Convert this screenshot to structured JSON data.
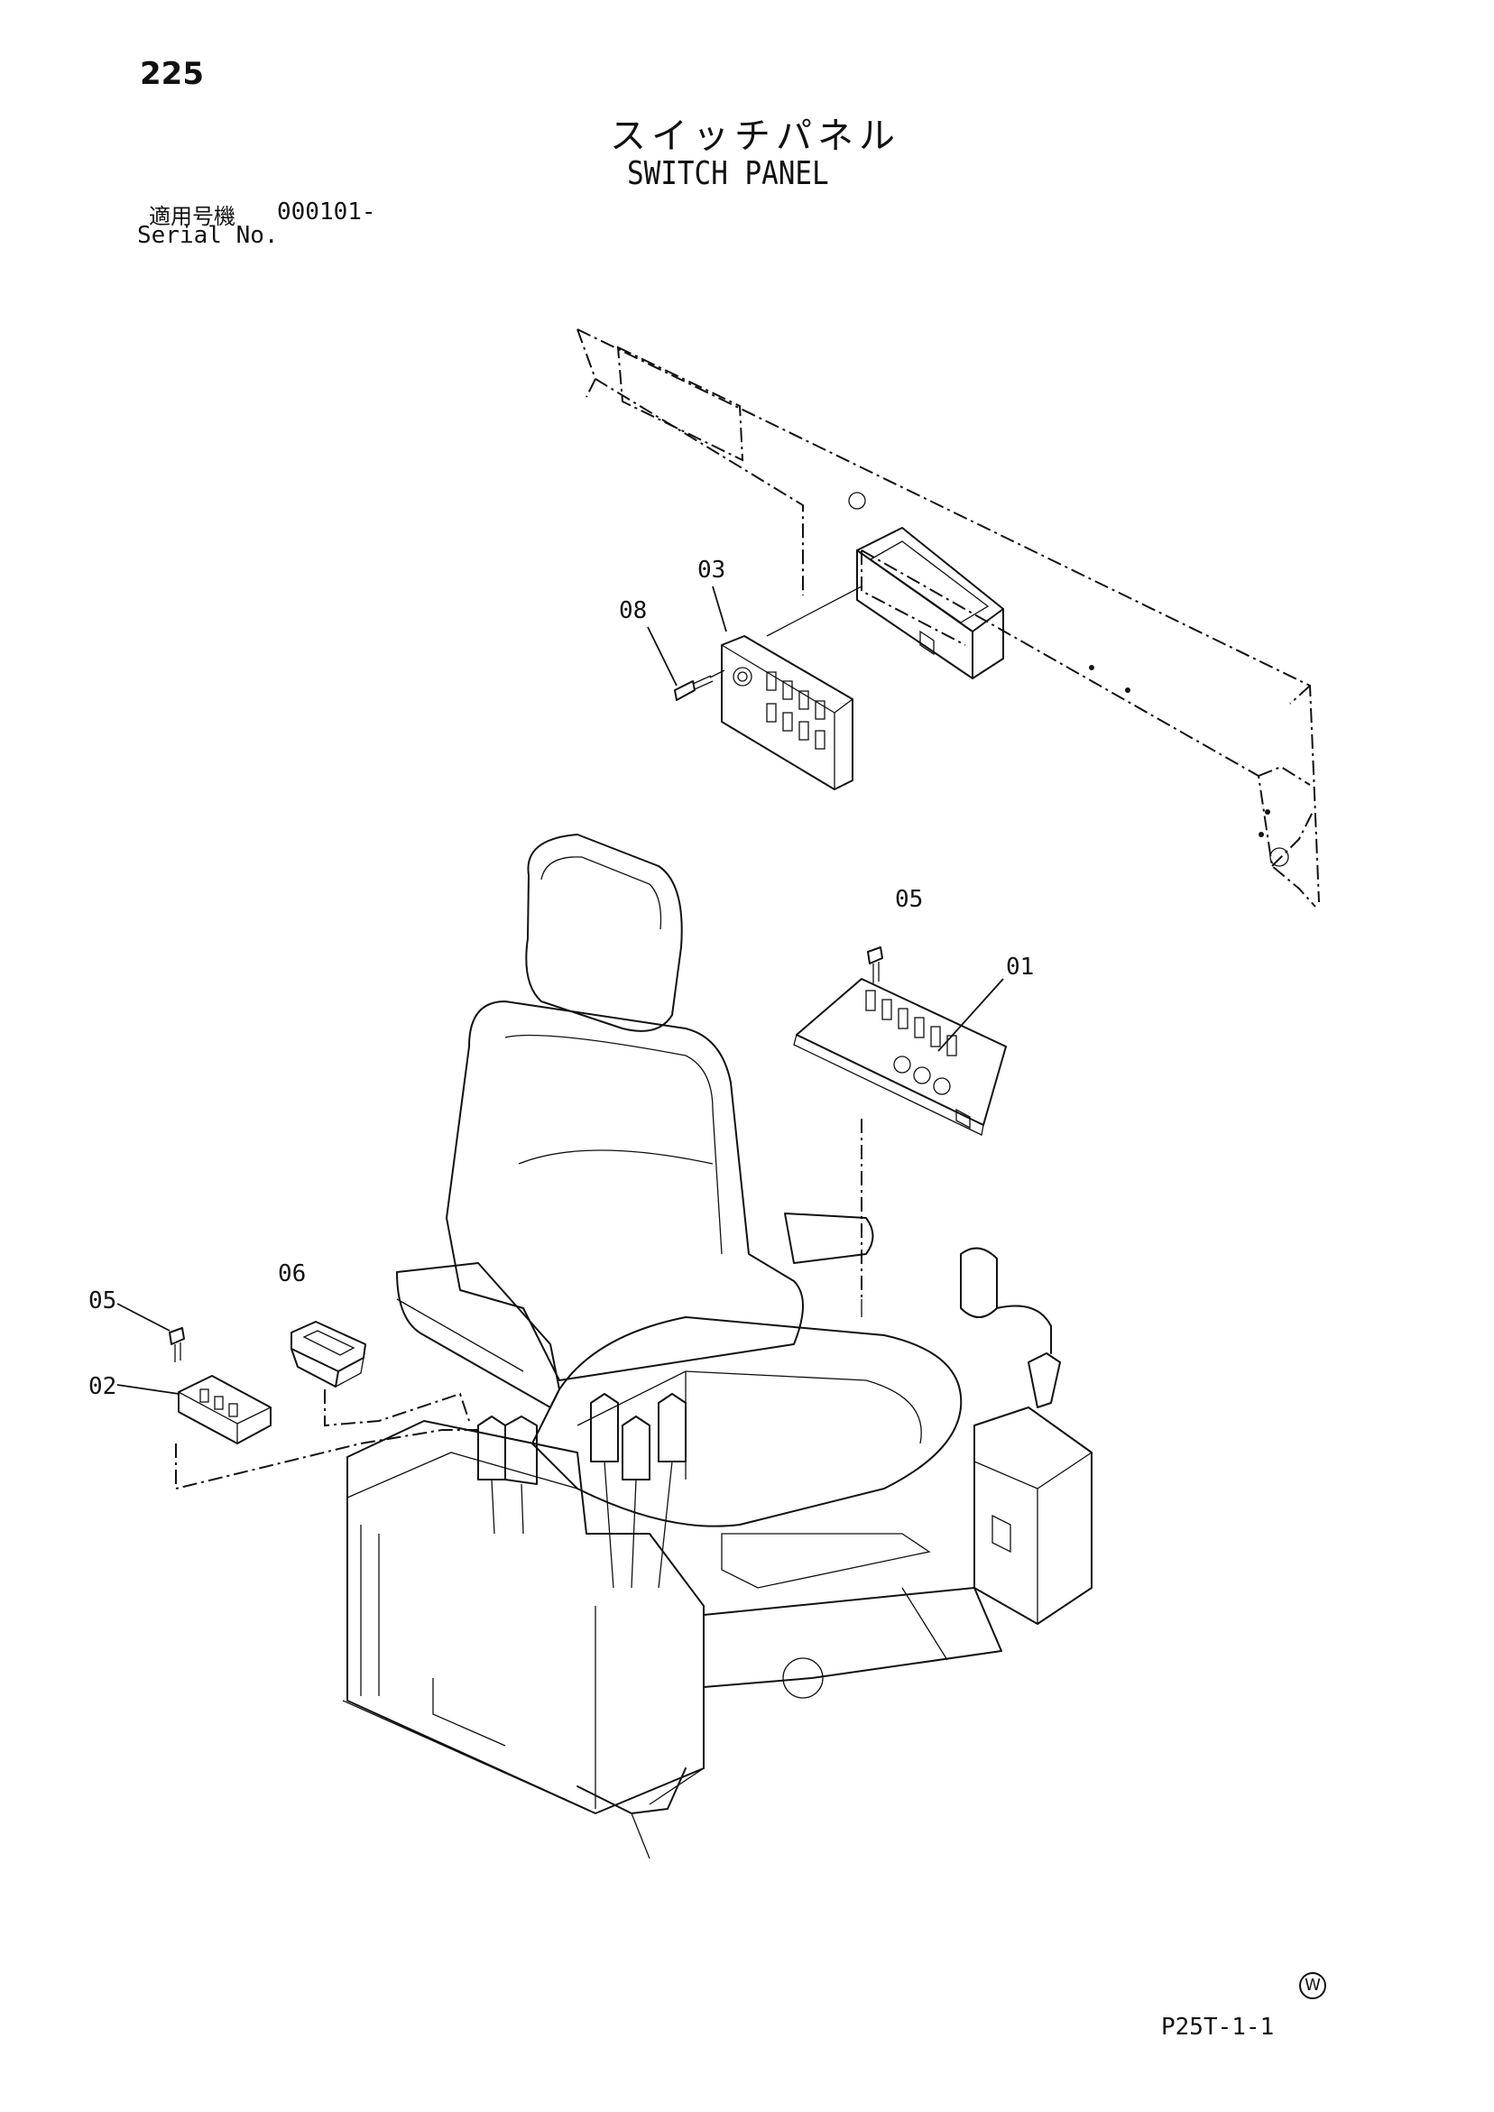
{
  "header": {
    "page_number": "225",
    "title_jp": "スイッチパネル",
    "title_en": "SWITCH PANEL",
    "serial_label_jp": "適用号機",
    "serial_value": "000101-",
    "serial_label_en": "Serial No."
  },
  "callouts": {
    "c03": "03",
    "c08": "08",
    "c05_top": "05",
    "c01": "01",
    "c06": "06",
    "c05_left": "05",
    "c02": "02"
  },
  "footer": {
    "watermark": "W",
    "page_ref": "P25T-1-1"
  }
}
